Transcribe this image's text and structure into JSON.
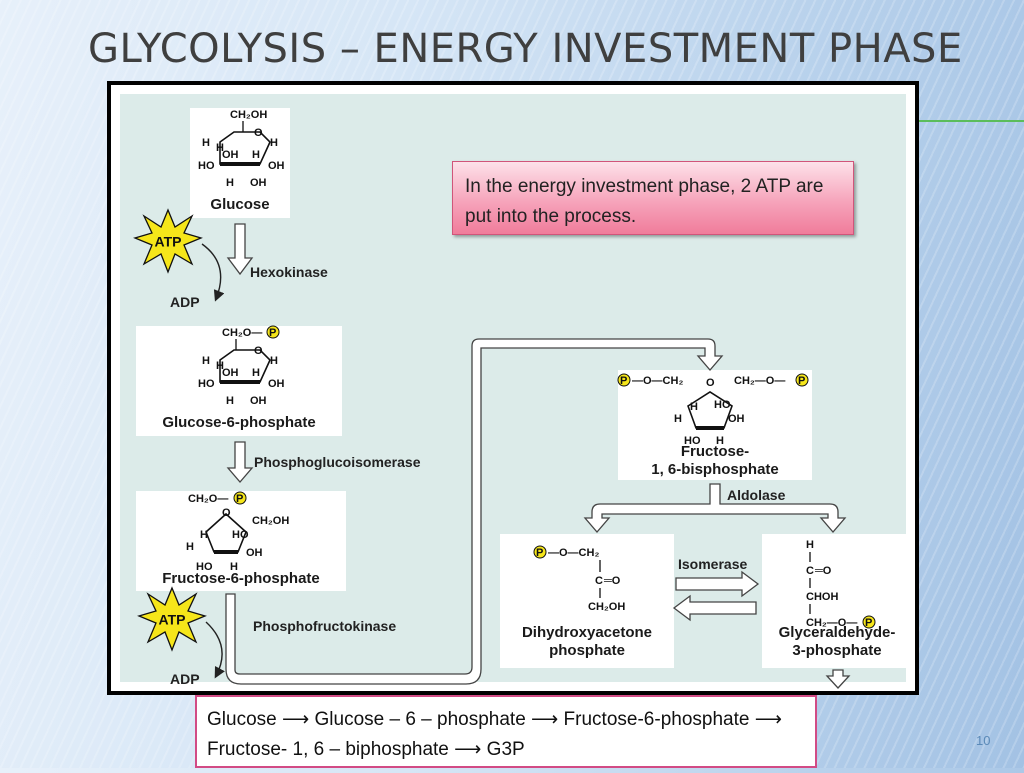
{
  "title": "GLYCOLYSIS – ENERGY INVESTMENT PHASE",
  "note": "In the energy investment phase, 2 ATP are put into the process.",
  "summary": "Glucose ⟶ Glucose – 6 – phosphate ⟶  Fructose-6-phosphate ⟶  Fructose- 1, 6 – biphosphate ⟶  G3P",
  "page_number": "10",
  "molecules": {
    "glucose": "Glucose",
    "g6p": "Glucose-6-phosphate",
    "f6p": "Fructose-6-phosphate",
    "f16bp_line1": "Fructose-",
    "f16bp_line2": "1, 6-bisphosphate",
    "dhap_line1": "Dihydroxyacetone",
    "dhap_line2": "phosphate",
    "g3p_line1": "Glyceraldehyde-",
    "g3p_line2": "3-phosphate"
  },
  "enzymes": {
    "hexokinase": "Hexokinase",
    "phosphoglucoisomerase": "Phosphoglucoisomerase",
    "phosphofructokinase": "Phosphofructokinase",
    "aldolase": "Aldolase",
    "isomerase": "Isomerase"
  },
  "energy": {
    "atp": "ATP",
    "adp": "ADP"
  },
  "colors": {
    "atp_star": "#f6e61a",
    "panel": "#dcebe9",
    "note": "#f6a4bb",
    "summary_border": "#d24b85"
  }
}
